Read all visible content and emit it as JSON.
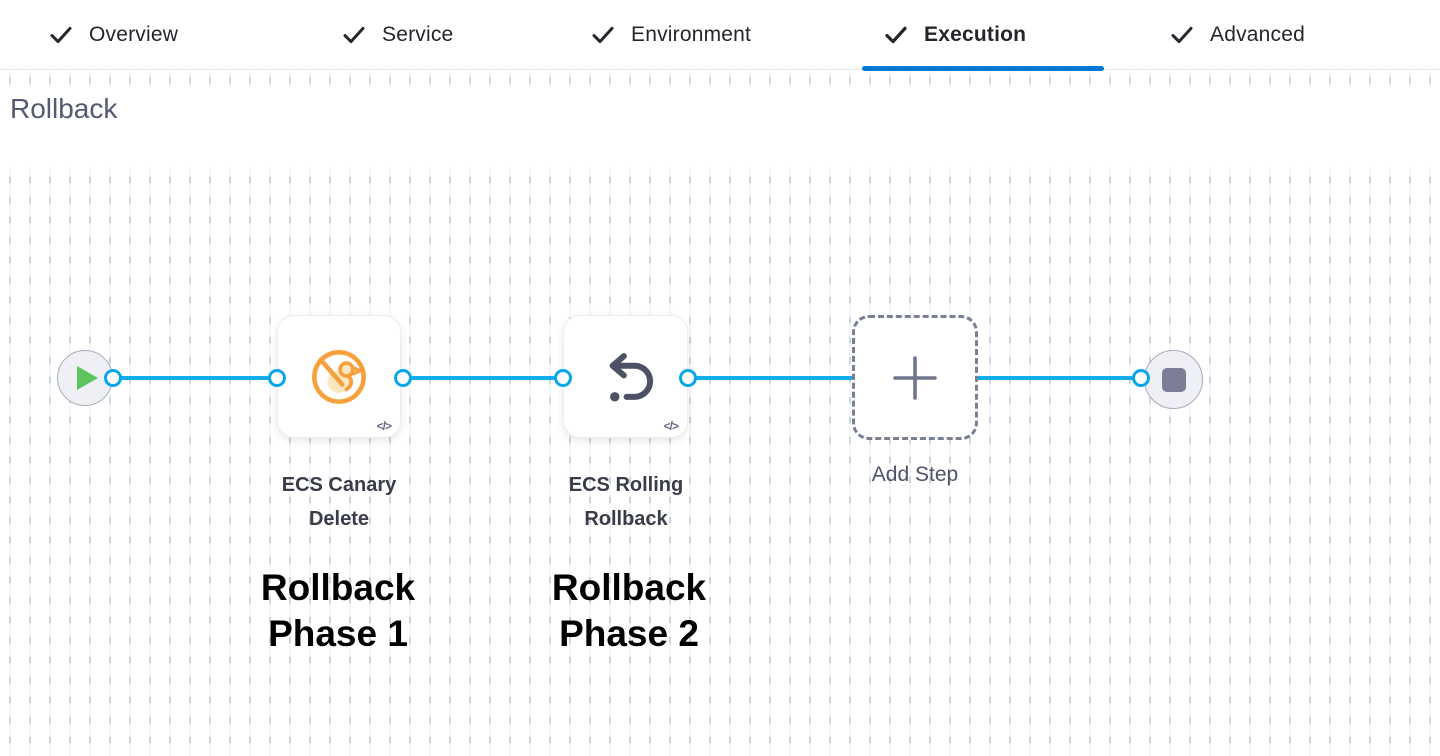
{
  "tabs": {
    "items": [
      {
        "label": "Overview",
        "state": "complete"
      },
      {
        "label": "Service",
        "state": "complete"
      },
      {
        "label": "Environment",
        "state": "complete"
      },
      {
        "label": "Execution",
        "state": "complete"
      },
      {
        "label": "Advanced",
        "state": "complete"
      }
    ],
    "active_tab": "Execution"
  },
  "canvas": {
    "section_title": "Rollback",
    "start_node": {
      "icon": "play-icon"
    },
    "end_node": {
      "icon": "stop-icon"
    },
    "steps": [
      {
        "name": "ECS Canary Delete",
        "icon": "ecs-canary-delete-icon",
        "code_glyph": "</>",
        "annotation": "Rollback Phase 1"
      },
      {
        "name": "ECS Rolling Rollback",
        "icon": "ecs-rolling-rollback-icon",
        "code_glyph": "</>",
        "annotation": "Rollback Phase 2"
      }
    ],
    "add_step_label": "Add Step"
  },
  "colors": {
    "tab_active_underline": "#0278d5",
    "edge_blue": "#12aeeb",
    "connector_ring_blue": "#09a7e9",
    "play_green": "#5cc35f",
    "canary_orange": "#f6a13c",
    "canary_fill": "#fbe7bf",
    "rollback_slate": "#4c5163",
    "node_fill": "#efeff6",
    "stop_gray": "#7b7e95",
    "annotation_black": "#000000"
  }
}
